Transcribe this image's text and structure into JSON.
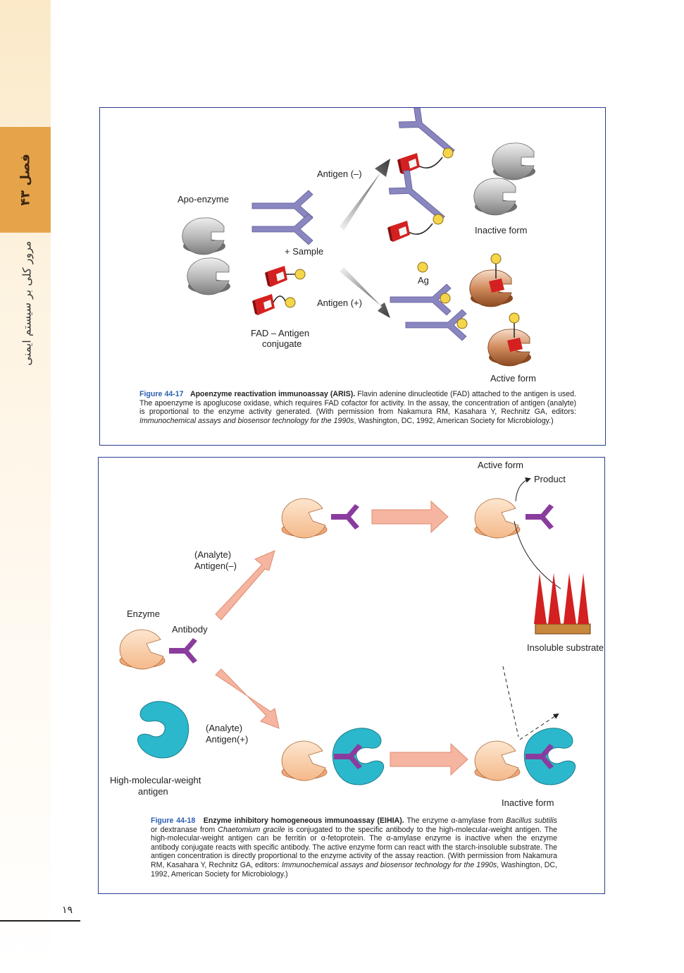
{
  "sidebar": {
    "chapter_label": "فصل ۴۳",
    "title": "مرور کلی بر سیستم ایمنی"
  },
  "figure1": {
    "labels": {
      "apo_enzyme": "Apo-enzyme",
      "sample": "+ Sample",
      "antigen_neg": "Antigen (–)",
      "antigen_pos": "Antigen (+)",
      "inactive_form": "Inactive form",
      "active_form": "Active form",
      "ag": "Ag",
      "fad_conjugate_line1": "FAD – Antigen",
      "fad_conjugate_line2": "conjugate"
    },
    "caption": {
      "number": "Figure 44-17",
      "title": "Apoenzyme reactivation immunoassay (ARIS).",
      "text_1": " Flavin adenine dinucleotide (FAD) attached to the antigen is used. The apoenzyme is apoglucose oxidase, which requires FAD cofactor for activity. In the assay, the concentration of antigen (analyte) is proportional to the enzyme activity generated. (With permission from Nakamura RM, Kasahara Y, Rechnitz GA, editors: ",
      "text_italic": "Immunochemical assays and biosensor technology for the 1990s",
      "text_2": ", Washington, DC, 1992, American Society for Microbiology.)"
    }
  },
  "figure2": {
    "labels": {
      "active_form": "Active form",
      "product": "Product",
      "analyte_neg_line1": "(Analyte)",
      "analyte_neg_line2": "Antigen(–)",
      "enzyme": "Enzyme",
      "antibody": "Antibody",
      "insoluble_substrate": "Insoluble substrate",
      "analyte_pos_line1": "(Analyte)",
      "analyte_pos_line2": "Antigen(+)",
      "hmw_antigen_line1": "High-molecular-weight",
      "hmw_antigen_line2": "antigen",
      "inactive_form": "Inactive form"
    },
    "caption": {
      "number": "Figure 44-18",
      "title": "Enzyme inhibitory homogeneous immunoassay (EIHIA).",
      "text_1": " The enzyme α-amylase from ",
      "italic_1": "Bacillus subtilis",
      "text_2": " or dextranase from ",
      "italic_2": "Chaetomium gracile",
      "text_3": " is conjugated to the specific antibody to the high-molecular-weight antigen. The high-molecular-weight antigen can be ferritin or α-fetoprotein. The α-amylase enzyme is inactive when the enzyme antibody conjugate reacts with specific antibody. The active enzyme form can react with the starch-insoluble substrate. The antigen concentration is directly proportional to the enzyme activity of the assay reaction. (With permission from Nakamura RM, Kasahara Y, Rechnitz GA, editors: ",
      "italic_3": "Immunochemical assays and biosensor technology for the 1990s",
      "text_4": ", Washington, DC, 1992, American Society for Microbiology.)"
    }
  },
  "page_number": "۱۹",
  "colors": {
    "frame": "#2b3d8f",
    "figure_number": "#2b5fb0",
    "antibody_fig1": "#8a86c0",
    "antibody_fig2": "#8a3c9e",
    "cofactor": "#f5d54a",
    "fad_red": "#d42020",
    "enzyme_peach": "#f7cfa8",
    "antigen_teal": "#2cb8cc",
    "arrow_salmon": "#f5b5a0",
    "chapter_box": "#e6a44a"
  }
}
